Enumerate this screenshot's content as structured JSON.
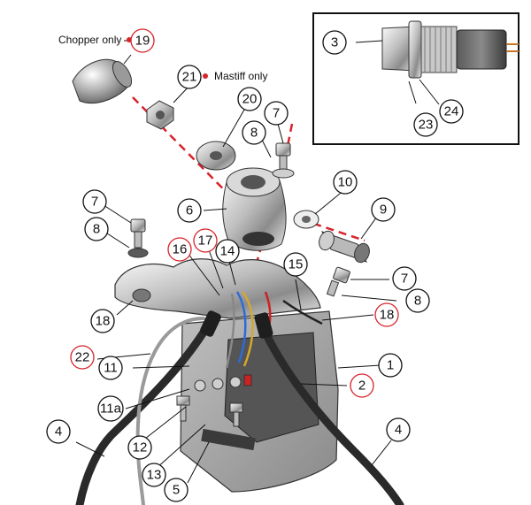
{
  "diagram": {
    "notes": {
      "chopper_only": "Chopper only",
      "mastiff_only": "Mastiff only"
    },
    "callouts": {
      "c1": "1",
      "c2": "2",
      "c3": "3",
      "c4a": "4",
      "c4b": "4",
      "c5": "5",
      "c6": "6",
      "c7a": "7",
      "c7b": "7",
      "c7c": "7",
      "c8a": "8",
      "c8b": "8",
      "c8c": "8",
      "c9": "9",
      "c10": "10",
      "c11": "11",
      "c11a": "11a",
      "c12": "12",
      "c13": "13",
      "c14": "14",
      "c15": "15",
      "c16": "16",
      "c17": "17",
      "c18a": "18",
      "c18b": "18",
      "c19": "19",
      "c20": "20",
      "c21": "21",
      "c22": "22",
      "c23": "23",
      "c24": "24"
    },
    "colors": {
      "accent_red": "#d8232a",
      "line": "#111111",
      "metal_light": "#e6e6e6",
      "metal_dark": "#6d6d6d",
      "rubber": "#2a2a2a"
    }
  }
}
